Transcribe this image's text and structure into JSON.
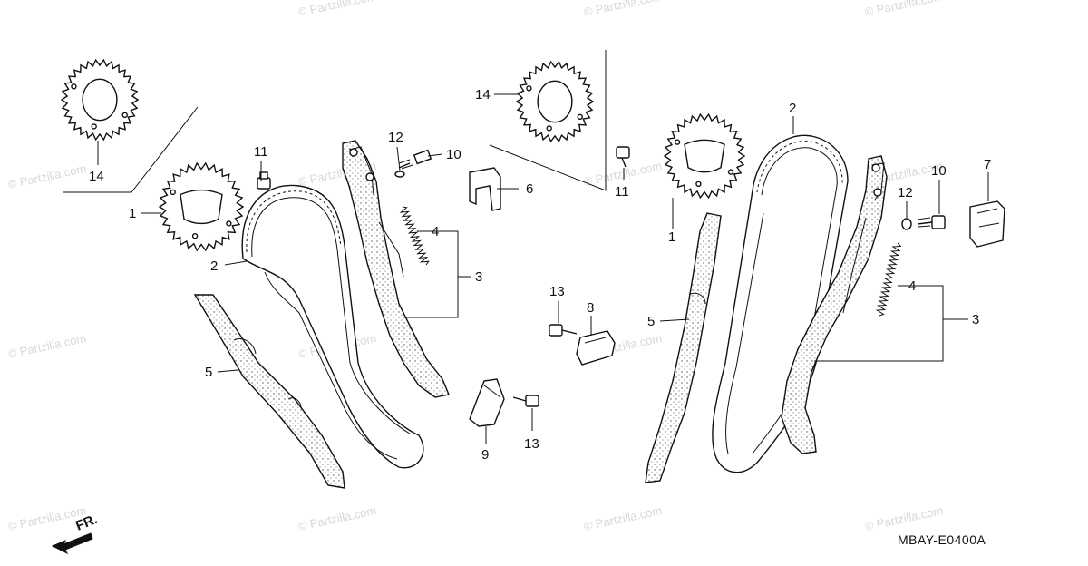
{
  "watermark": "© Partzilla.com",
  "diagram_code": "MBAY-E0400A",
  "direction_label": "FR.",
  "callouts": {
    "1": "1",
    "2": "2",
    "3": "3",
    "4": "4",
    "5": "5",
    "6": "6",
    "7": "7",
    "8": "8",
    "9": "9",
    "10": "10",
    "11": "11",
    "12": "12",
    "13": "13",
    "14": "14"
  }
}
